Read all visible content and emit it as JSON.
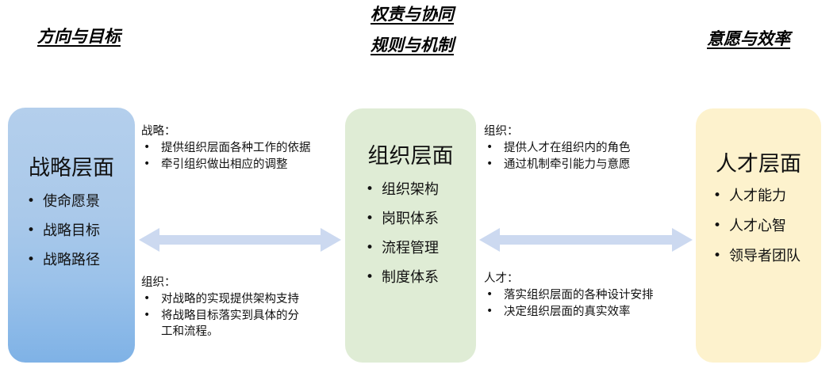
{
  "headings": {
    "left": "方向与目标",
    "center_line1": "权责与协同",
    "center_line2": "规则与机制",
    "right": "意愿与效率"
  },
  "boxes": {
    "strategy": {
      "title": "战略层面",
      "color": "#a8c6e8",
      "items": [
        "使命愿景",
        "战略目标",
        "战略路径"
      ]
    },
    "organization": {
      "title": "组织层面",
      "color": "#dfecd5",
      "items": [
        "组织架构",
        "岗职体系",
        "流程管理",
        "制度体系"
      ]
    },
    "talent": {
      "title": "人才层面",
      "color": "#fdf2cd",
      "items": [
        "人才能力",
        "人才心智",
        "领导者团队"
      ]
    }
  },
  "notes": {
    "strategy_to_org": {
      "title": "战略：",
      "items": [
        {
          "line1": "提供组织层面各种工作的依据",
          "line2": ""
        },
        {
          "line1": "牵引组织做出相应的调整",
          "line2": ""
        }
      ]
    },
    "org_to_strategy": {
      "title": "组织：",
      "items": [
        {
          "line1": "对战略的实现提供架构支持",
          "line2": ""
        },
        {
          "line1": "将战略目标落实到具体的分",
          "line2": "工和流程。"
        }
      ]
    },
    "org_to_talent": {
      "title": "组织：",
      "items": [
        {
          "line1": "提供人才在组织内的角色",
          "line2": ""
        },
        {
          "line1": "通过机制牵引能力与意愿",
          "line2": ""
        }
      ]
    },
    "talent_to_org": {
      "title": "人才：",
      "items": [
        {
          "line1": "落实组织层面的各种设计安排",
          "line2": ""
        },
        {
          "line1": "决定组织层面的真实效率",
          "line2": ""
        }
      ]
    }
  },
  "arrows": {
    "color": "#ccd9f0",
    "left_label": "strategy-organization-双向箭头",
    "right_label": "organization-talent-双向箭头"
  }
}
